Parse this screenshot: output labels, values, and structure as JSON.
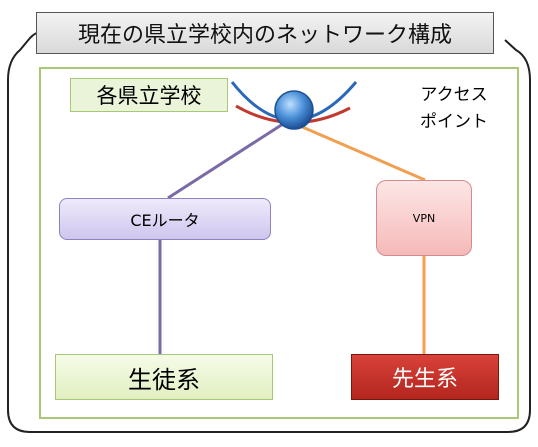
{
  "title": "現在の県立学校内のネットワーク構成",
  "school_label": "各県立学校",
  "access_point": {
    "line1": "アクセス",
    "line2": "ポイント"
  },
  "nodes": {
    "ce_router": "CEルータ",
    "vpn": "VPN",
    "student": "生徒系",
    "teacher": "先生系"
  },
  "colors": {
    "purple_link": "#7b6aa8",
    "orange_link": "#f0a050",
    "ap_sphere": "#4a8fd8",
    "teacher_fill": "#c0322a"
  }
}
